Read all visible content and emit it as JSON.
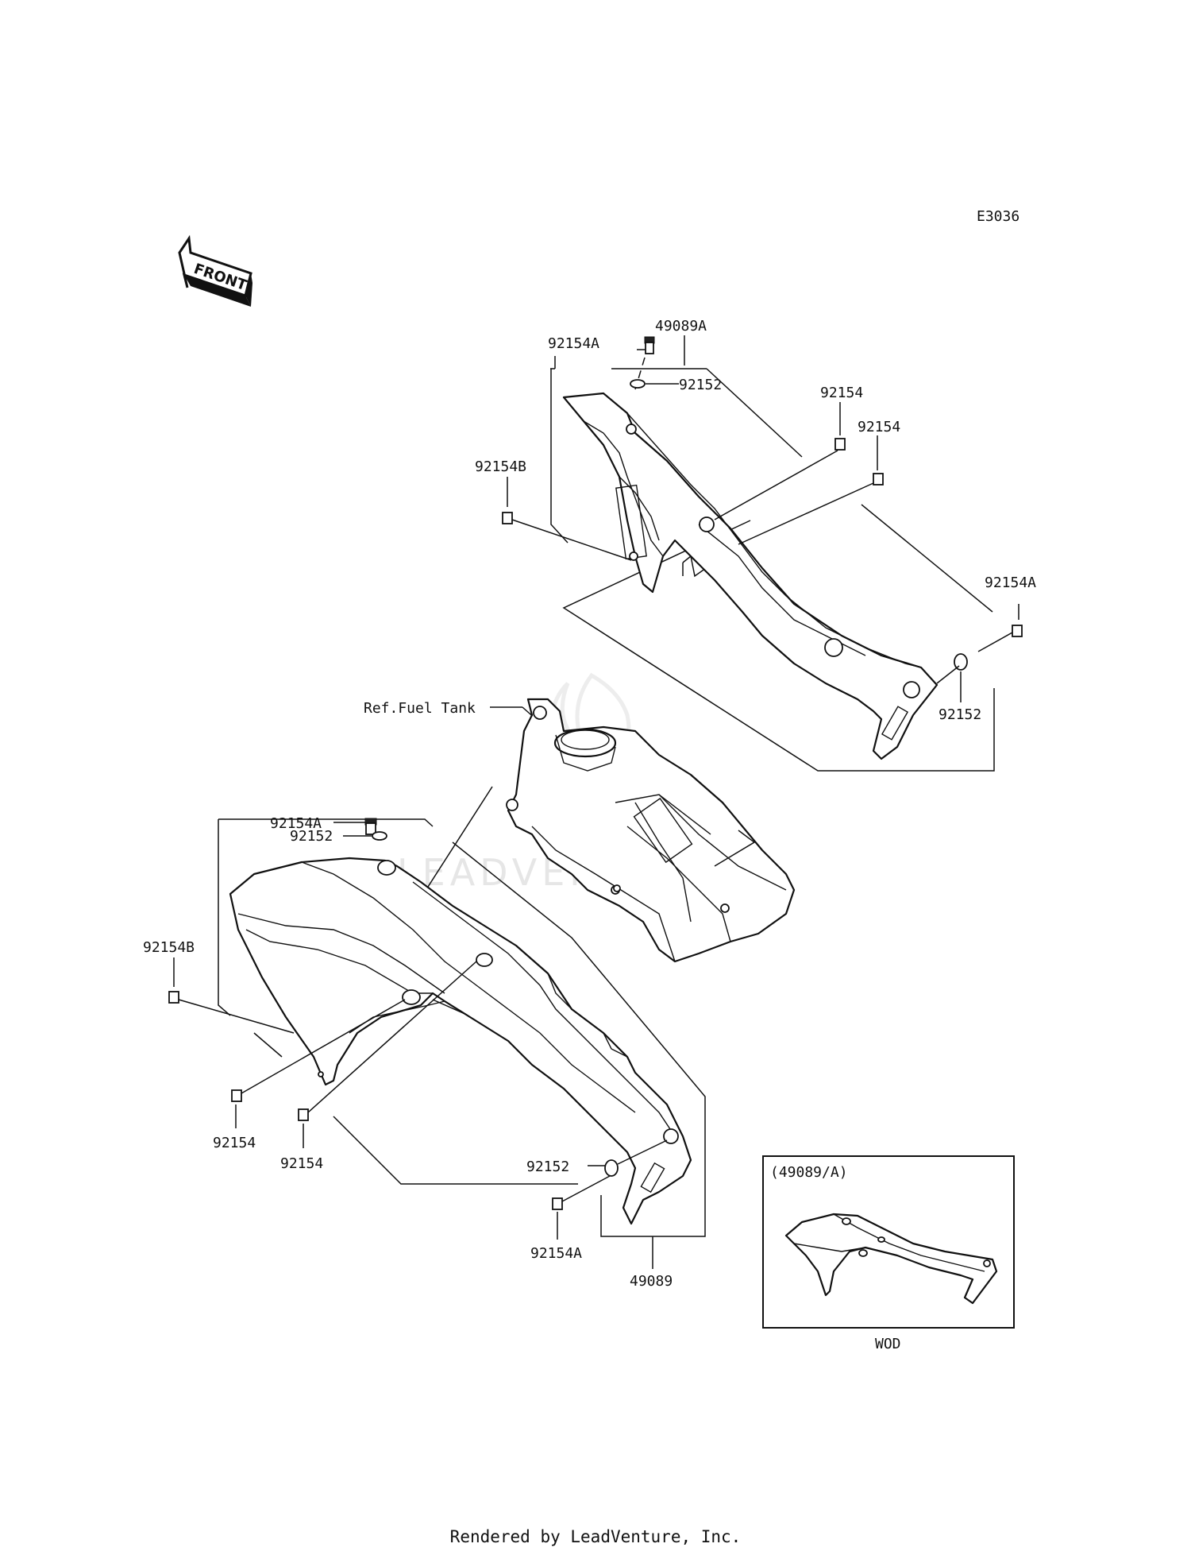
{
  "diagram_code": "E3036",
  "front_arrow_label": "FRONT",
  "watermark": "LEADVENTURE",
  "labels": {
    "upper_bolt_a_top": "92154A",
    "upper_assy": "49089A",
    "upper_washer_top": "92152",
    "upper_bolt_1": "92154",
    "upper_bolt_2": "92154",
    "upper_bolt_b": "92154B",
    "upper_bolt_a_right": "92154A",
    "upper_washer_right": "92152",
    "ref_fuel_tank": "Ref.Fuel Tank",
    "lower_bolt_a_top": "92154A",
    "lower_washer_top": "92152",
    "lower_bolt_b": "92154B",
    "lower_bolt_1": "92154",
    "lower_bolt_2": "92154",
    "lower_washer_bottom": "92152",
    "lower_bolt_a_bottom": "92154A",
    "lower_assy": "49089"
  },
  "inset": {
    "title": "(49089/A)",
    "caption": "WOD"
  },
  "footer": "Rendered by LeadVenture, Inc."
}
